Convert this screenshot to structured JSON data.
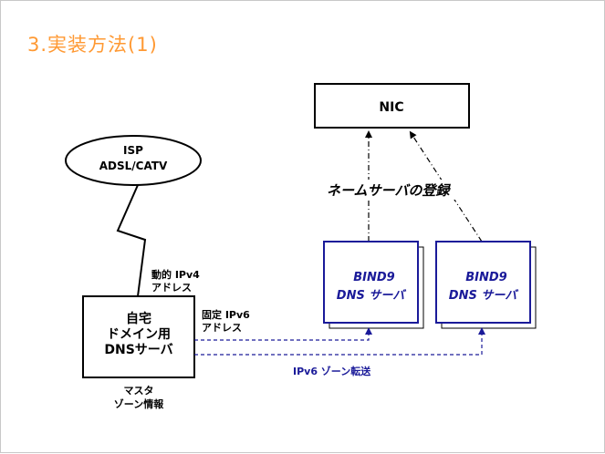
{
  "title": "3.実装方法(1)",
  "isp": {
    "line1": "ISP",
    "line2": "ADSL/CATV"
  },
  "nic": {
    "label": "NIC"
  },
  "nameserver_registration": "ネームサーバの登録",
  "dynamic_ipv4": {
    "line1": "動的 IPv4",
    "line2": "アドレス"
  },
  "home_server": {
    "line1": "自宅",
    "line2": "ドメイン用",
    "line3": "DNSサーバ"
  },
  "master_zone": {
    "line1": "マスタ",
    "line2": "ゾーン情報"
  },
  "fixed_ipv6": {
    "line1": "固定 IPv6",
    "line2": "アドレス"
  },
  "bind_servers": [
    {
      "line1": "BIND9",
      "line2": "DNS サーバ"
    },
    {
      "line1": "BIND9",
      "line2": "DNS サーバ"
    }
  ],
  "zone_transfer": "IPv6 ゾーン転送",
  "colors": {
    "title": "#ff9933",
    "blue": "#1a1a99",
    "black": "#000000"
  }
}
